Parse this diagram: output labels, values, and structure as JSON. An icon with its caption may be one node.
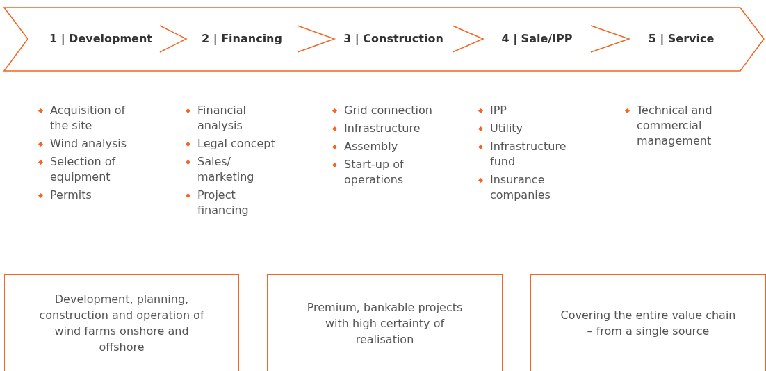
{
  "diagram": {
    "nodes": [
      {
        "text": [],
        "shape": "band"
      },
      {
        "text": [
          "1 | Development"
        ],
        "in": 0
      },
      {
        "text": [
          "2 | Financing"
        ],
        "in": 0
      },
      {
        "text": [
          "3 | Construction"
        ],
        "in": 0
      },
      {
        "text": [
          "4 | Sale/IPP"
        ],
        "in": 0
      },
      {
        "text": [
          "5 | Service"
        ],
        "in": 0
      },
      {
        "text": [
          "Development, planning, construction and operation of wind farms onshore and offshore"
        ]
      },
      {
        "text": [
          "Premium, bankable projects with high certainty of realisation"
        ]
      },
      {
        "text": [
          "Covering the entire value chain – from a single source"
        ]
      }
    ],
    "edges": [
      {
        "from": 1,
        "to": 2,
        "arrow": "to"
      },
      {
        "from": 2,
        "to": 3,
        "arrow": "to"
      },
      {
        "from": 3,
        "to": 4,
        "arrow": "to"
      },
      {
        "from": 4,
        "to": 5,
        "arrow": "to"
      }
    ],
    "labels": [
      "Acquisition of the site",
      "Wind analysis",
      "Selection of equipment",
      "Permits",
      "Financial analysis",
      "Legal concept",
      "Sales/ marketing",
      "Project financing",
      "Grid connection",
      "Infrastructure",
      "Assembly",
      "Start-up of operations",
      "IPP",
      "Utility",
      "Infrastructure fund",
      "Insurance companies",
      "Technical and commercial management"
    ]
  }
}
